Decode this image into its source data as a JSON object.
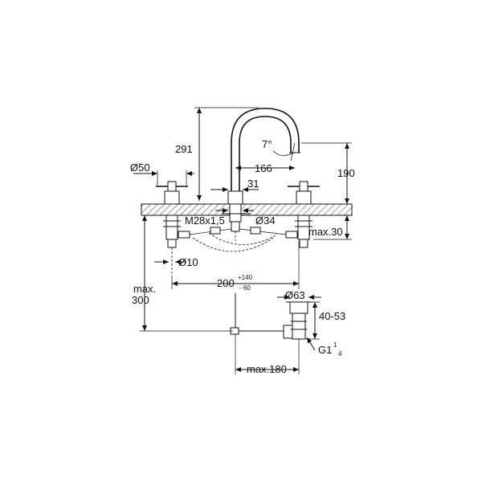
{
  "drawing": {
    "labels": {
      "d291": "291",
      "d7deg": "7°",
      "d166": "166",
      "d190": "190",
      "d50": "Ø50",
      "d31": "31",
      "dM28": "M28x1,5",
      "d34": "Ø34",
      "dmax30": "max.30",
      "d10": "Ø10",
      "d200": "200",
      "d200_plus": "+140",
      "d200_minus": "- 60",
      "dmax": "max.",
      "d300": "300",
      "d63": "Ø63",
      "d4053": "40-53",
      "dG1": "G1",
      "dG1_num": "1",
      "dG1_den": "4",
      "dmax180": "max.180"
    }
  }
}
